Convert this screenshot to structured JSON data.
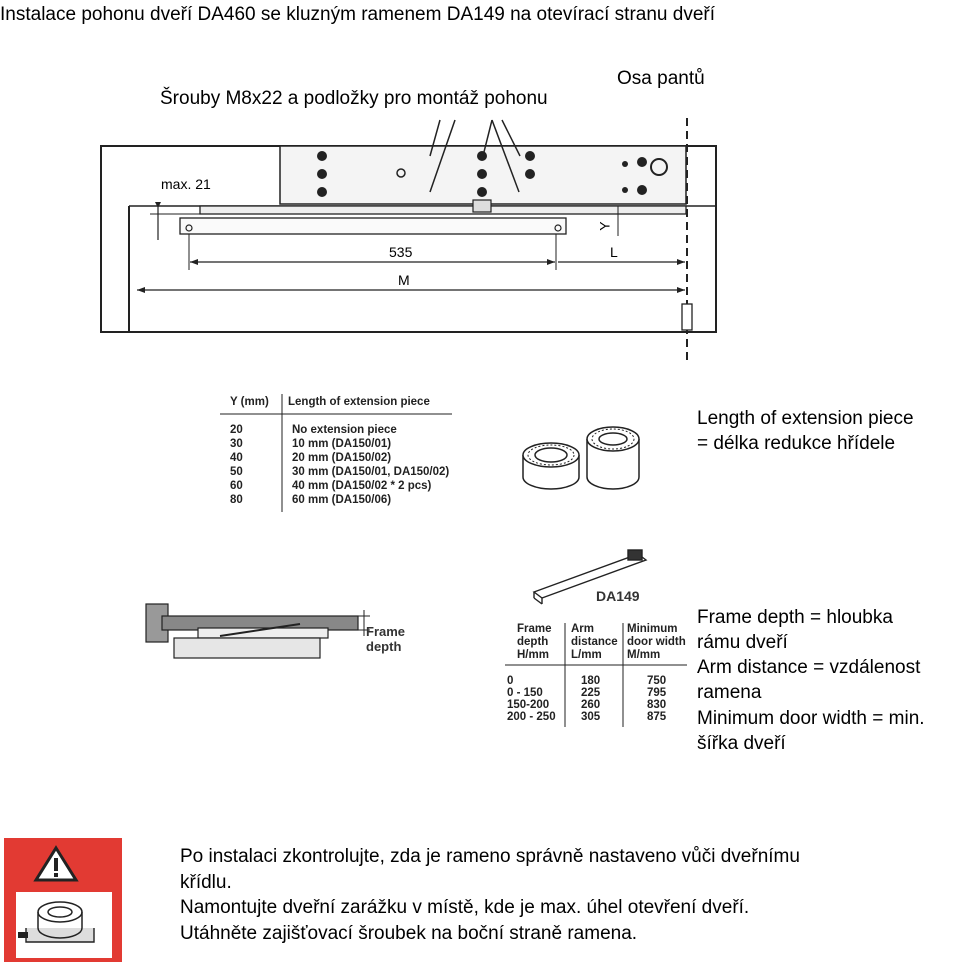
{
  "title": "Instalace pohonu dveří DA460 se kluzným ramenem DA149 na otevírací stranu dveří",
  "screws_label": "Šrouby M8x22 a podložky pro montáž pohonu",
  "hinge_axis_label": "Osa pantů",
  "diagram": {
    "max_label": "max. 21",
    "dim_535": "535",
    "dim_M": "M",
    "dim_L": "L",
    "dim_Y": "Y"
  },
  "extension_table": {
    "header_y": "Y (mm)",
    "header_len": "Length of extension piece",
    "rows": [
      {
        "y": "20",
        "len": "No extension piece"
      },
      {
        "y": "30",
        "len": "10 mm (DA150/01)"
      },
      {
        "y": "40",
        "len": "20 mm (DA150/02)"
      },
      {
        "y": "50",
        "len": "30 mm (DA150/01, DA150/02)"
      },
      {
        "y": "60",
        "len": "40 mm (DA150/02 * 2 pcs)"
      },
      {
        "y": "80",
        "len": "60 mm (DA150/06)"
      }
    ]
  },
  "extension_note": {
    "line1": "Length of extension piece",
    "line2": "= délka redukce hřídele"
  },
  "frame_label": {
    "line1": "Frame",
    "line2": "depth"
  },
  "arm_table": {
    "product": "DA149",
    "headers": [
      {
        "l1": "Frame",
        "l2": "depth",
        "l3": "H/mm"
      },
      {
        "l1": "Arm",
        "l2": "distance",
        "l3": "L/mm"
      },
      {
        "l1": "Minimum",
        "l2": "door width",
        "l3": "M/mm"
      }
    ],
    "rows": [
      {
        "h": "0",
        "l": "180",
        "m": "750"
      },
      {
        "h": "0 - 150",
        "l": "225",
        "m": "795"
      },
      {
        "h": "150-200",
        "l": "260",
        "m": "830"
      },
      {
        "h": "200 - 250",
        "l": "305",
        "m": "875"
      }
    ]
  },
  "legend": {
    "line1": "Frame depth = hloubka",
    "line2": "rámu dveří",
    "line3": "Arm distance = vzdálenost",
    "line4": "ramena",
    "line5": "Minimum door width = min.",
    "line6": "šířka dveří"
  },
  "warning": {
    "line1": "Po instalaci zkontrolujte, zda je rameno správně nastaveno vůči dveřnímu",
    "line2": "křídlu.",
    "line3": "Namontujte dveřní zarážku v místě, kde je max. úhel otevření dveří.",
    "line4": "Utáhněte zajišťovací šroubek na boční straně ramena."
  },
  "colors": {
    "warning_bg": "#e23a33",
    "line": "#222222"
  }
}
